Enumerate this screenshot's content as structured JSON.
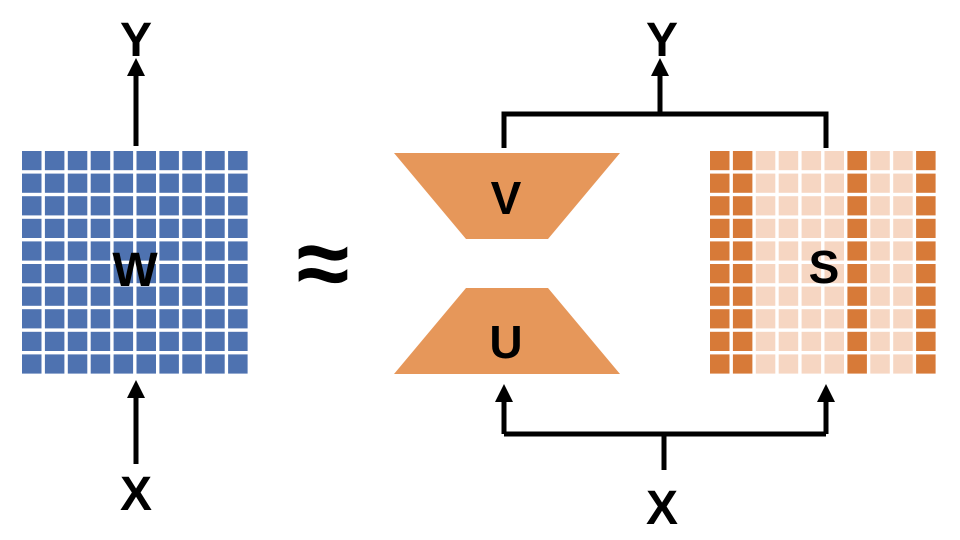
{
  "labels": {
    "left_output": "Y",
    "left_input": "X",
    "matrix_w": "W",
    "approx_symbol": "≈",
    "right_output": "Y",
    "right_input": "X",
    "matrix_v": "V",
    "matrix_u": "U",
    "matrix_s": "S"
  },
  "colors": {
    "w_cell": "#4e72b0",
    "uv_fill": "#e6975a",
    "s_dark": "#d77a38",
    "s_light": "#f6d6c2",
    "ink": "#000000",
    "background": "#ffffff"
  },
  "matrix_w": {
    "rows": 10,
    "cols": 10
  },
  "matrix_s": {
    "rows": 10,
    "cols": 10,
    "dark_columns": [
      0,
      1,
      6,
      9
    ]
  }
}
